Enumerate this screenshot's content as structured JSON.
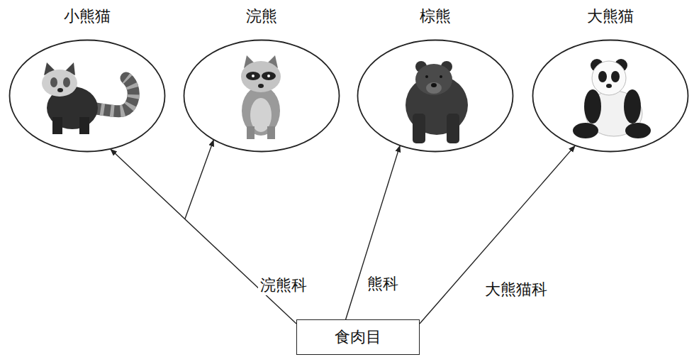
{
  "diagram": {
    "nodes": [
      {
        "text": [
          "小熊猫"
        ]
      },
      {
        "text": [
          "浣熊"
        ]
      },
      {
        "text": [
          "棕熊"
        ]
      },
      {
        "text": [
          "大熊猫"
        ]
      },
      {
        "text": [
          "食肉目"
        ]
      }
    ],
    "edges": [
      {
        "from": 4,
        "to": 0,
        "arrow": "to",
        "label": "浣熊科"
      },
      {
        "from": 4,
        "to": 1,
        "arrow": "to"
      },
      {
        "from": 4,
        "to": 2,
        "arrow": "to",
        "label": "熊科"
      },
      {
        "from": 4,
        "to": 3,
        "arrow": "to",
        "label": "大熊猫科"
      }
    ]
  }
}
